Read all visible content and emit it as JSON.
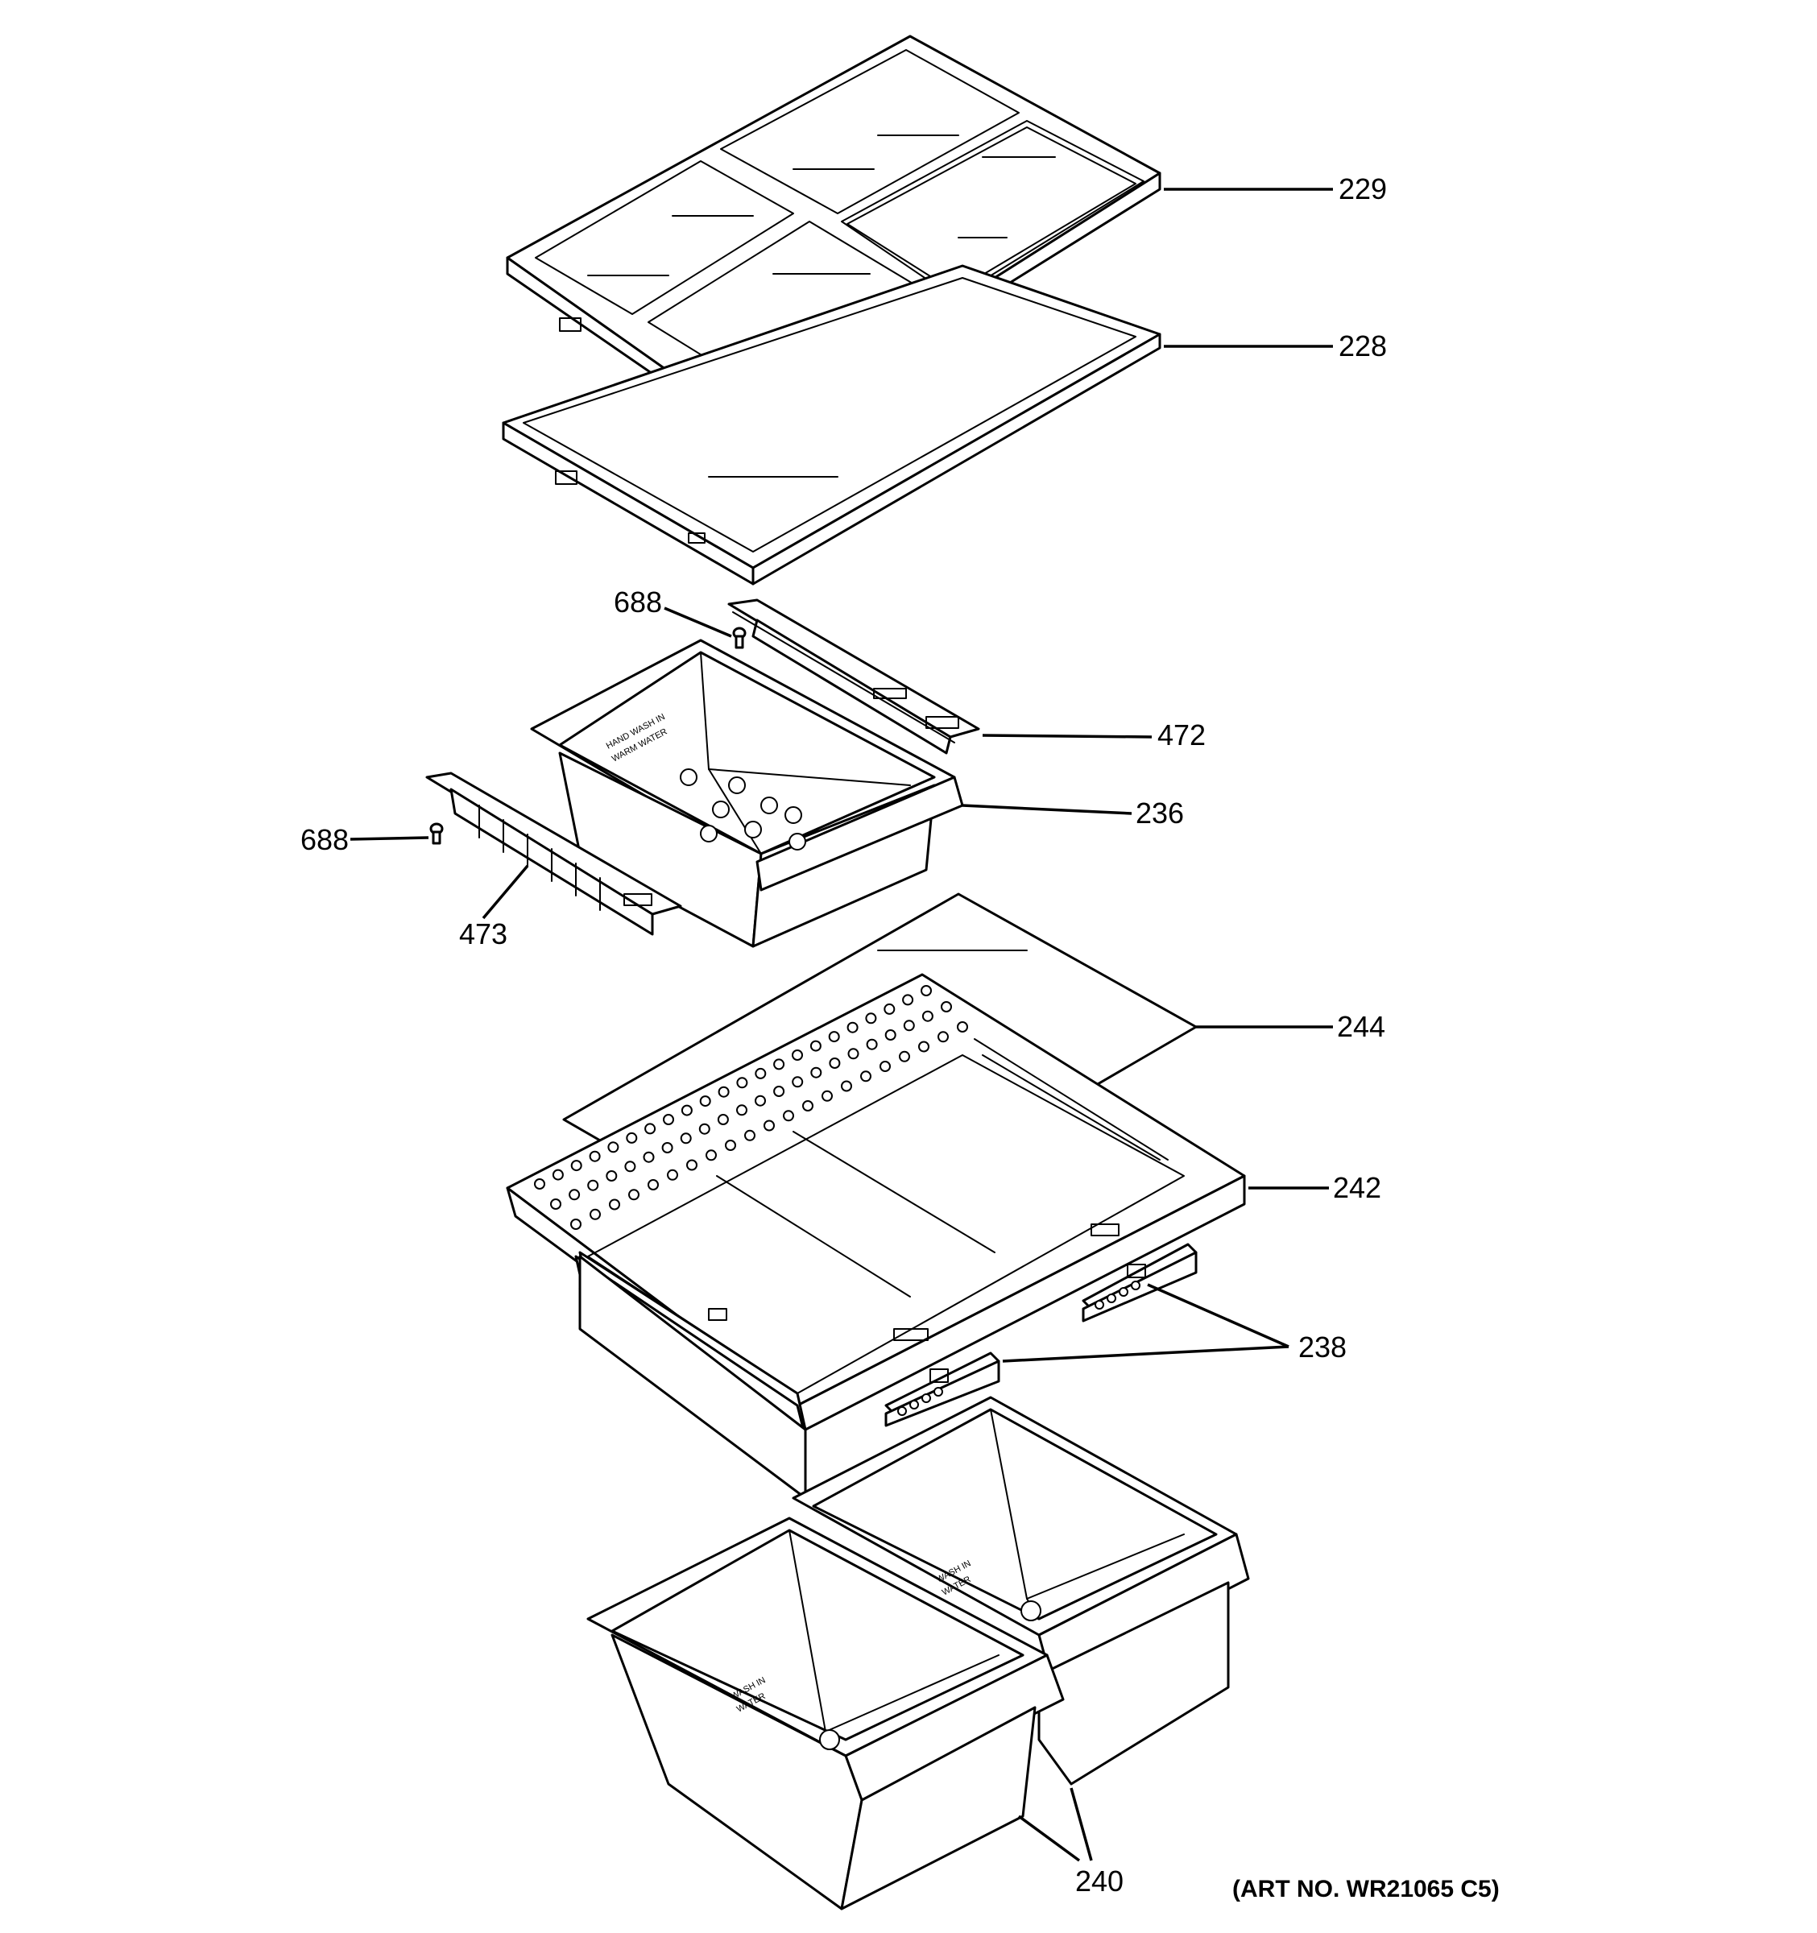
{
  "callouts": {
    "c229": "229",
    "c228": "228",
    "c688a": "688",
    "c472": "472",
    "c236": "236",
    "c688b": "688",
    "c473": "473",
    "c244": "244",
    "c242": "242",
    "c238": "238",
    "c240": "240"
  },
  "pan_text": {
    "top_pan_line1": "HAND WASH IN",
    "top_pan_line2": "WARM WATER",
    "right_bin_line1": "WASH IN",
    "right_bin_line2": "WATER",
    "left_bin_line1": "WASH IN",
    "left_bin_line2": "WATER"
  },
  "art_number": "(ART NO. WR21065 C5)"
}
